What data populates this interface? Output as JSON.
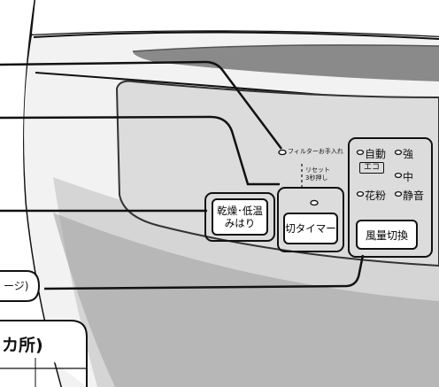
{
  "labels": {
    "filter_clean": "フィルターお手入れ",
    "reset_line1": "リセット",
    "reset_line2": "3秒押し"
  },
  "buttons": {
    "dry_line1": "乾燥･低温",
    "dry_line2": "みはり",
    "timer": "切タイマー",
    "fan_switch": "風量切換"
  },
  "modes": {
    "auto": "自動",
    "eco": "エコ",
    "strong": "強",
    "medium": "中",
    "pollen": "花粉",
    "quiet": "静音"
  },
  "callouts": {
    "page_ref": "ージ)",
    "section_box": "カ所)"
  }
}
